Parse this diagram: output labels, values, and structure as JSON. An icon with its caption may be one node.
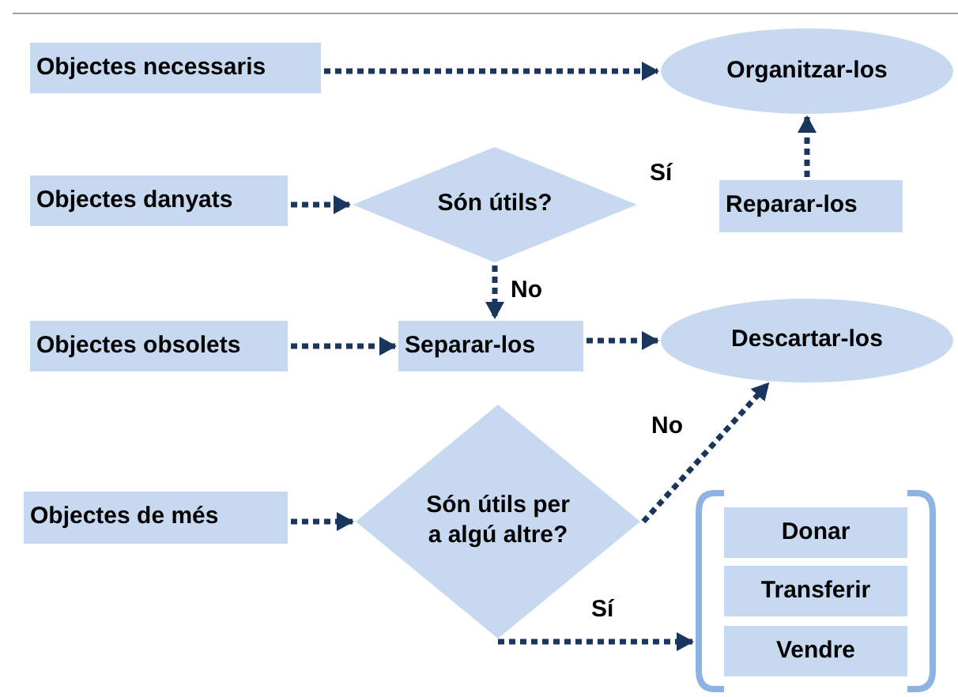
{
  "diagram": {
    "nodes": [
      {
        "text": [
          "Objectes necessaris"
        ]
      },
      {
        "text": [
          "Organitzar-los"
        ]
      },
      {
        "text": [
          "Objectes danyats"
        ]
      },
      {
        "text": [
          "Són útils?"
        ]
      },
      {
        "text": [
          "Reparar-los"
        ]
      },
      {
        "text": [
          "Objectes obsolets"
        ]
      },
      {
        "text": [
          "Separar-los"
        ]
      },
      {
        "text": [
          "Descartar-los"
        ]
      },
      {
        "text": [
          "Objectes de més"
        ]
      },
      {
        "text": [
          "Són útils per a algú altre?"
        ]
      },
      {
        "text": [],
        "shape": "bracket"
      },
      {
        "text": [
          "Donar"
        ],
        "in": 10
      },
      {
        "text": [
          "Transferir"
        ],
        "in": 10
      },
      {
        "text": [
          "Vendre"
        ],
        "in": 10
      }
    ],
    "edges": [
      {
        "from": 0,
        "to": 1,
        "arrow": "to"
      },
      {
        "from": 2,
        "to": 3,
        "arrow": "to"
      },
      {
        "from": 3,
        "to": 6,
        "arrow": "to",
        "label": "No"
      },
      {
        "from": 4,
        "to": 1,
        "arrow": "to"
      },
      {
        "from": 5,
        "to": 6,
        "arrow": "to"
      },
      {
        "from": 6,
        "to": 7,
        "arrow": "to"
      },
      {
        "from": 8,
        "to": 9,
        "arrow": "to"
      },
      {
        "from": 9,
        "to": 7,
        "arrow": "to",
        "label": "No"
      },
      {
        "from": 9,
        "to": 10,
        "arrow": "to",
        "label": "Sí"
      }
    ],
    "labels": [
      "Sí"
    ]
  }
}
